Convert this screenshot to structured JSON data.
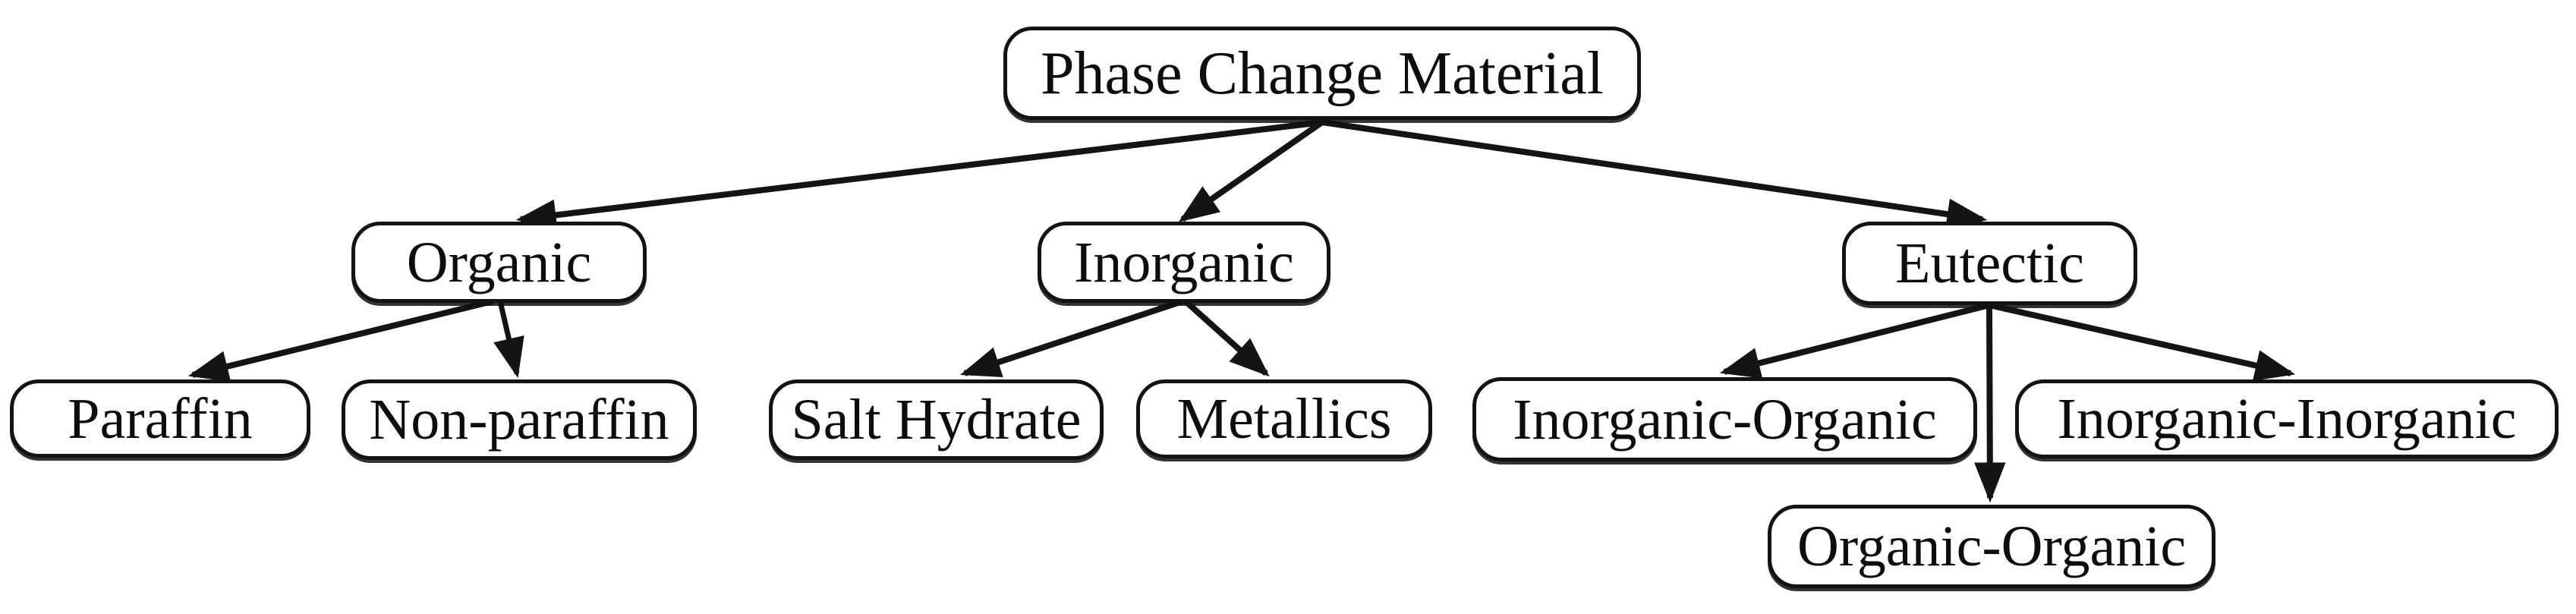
{
  "diagram": {
    "type": "tree",
    "title": "Phase Change Material",
    "colors": {
      "background": "#ffffff",
      "box_fill": "#ffffff",
      "box_border": "#131313",
      "text": "#0d0d0d",
      "arrow": "#141414"
    },
    "nodes": [
      {
        "id": "pcm",
        "label": "Phase Change Material",
        "level": 0,
        "parent": null
      },
      {
        "id": "organic",
        "label": "Organic",
        "level": 1,
        "parent": "pcm"
      },
      {
        "id": "inorganic",
        "label": "Inorganic",
        "level": 1,
        "parent": "pcm"
      },
      {
        "id": "eutectic",
        "label": "Eutectic",
        "level": 1,
        "parent": "pcm"
      },
      {
        "id": "paraffin",
        "label": "Paraffin",
        "level": 2,
        "parent": "organic"
      },
      {
        "id": "non-paraffin",
        "label": "Non-paraffin",
        "level": 2,
        "parent": "organic"
      },
      {
        "id": "salt-hydrate",
        "label": "Salt Hydrate",
        "level": 2,
        "parent": "inorganic"
      },
      {
        "id": "metallics",
        "label": "Metallics",
        "level": 2,
        "parent": "inorganic"
      },
      {
        "id": "inorganic-organic",
        "label": "Inorganic-Organic",
        "level": 2,
        "parent": "eutectic"
      },
      {
        "id": "inorganic-inorganic",
        "label": "Inorganic-Inorganic",
        "level": 2,
        "parent": "eutectic"
      },
      {
        "id": "organic-organic",
        "label": "Organic-Organic",
        "level": 2,
        "parent": "eutectic"
      }
    ],
    "edges": [
      {
        "from": "pcm",
        "to": "organic"
      },
      {
        "from": "pcm",
        "to": "inorganic"
      },
      {
        "from": "pcm",
        "to": "eutectic"
      },
      {
        "from": "organic",
        "to": "paraffin"
      },
      {
        "from": "organic",
        "to": "non-paraffin"
      },
      {
        "from": "inorganic",
        "to": "salt-hydrate"
      },
      {
        "from": "inorganic",
        "to": "metallics"
      },
      {
        "from": "eutectic",
        "to": "inorganic-organic"
      },
      {
        "from": "eutectic",
        "to": "organic-organic"
      },
      {
        "from": "eutectic",
        "to": "inorganic-inorganic"
      }
    ]
  }
}
